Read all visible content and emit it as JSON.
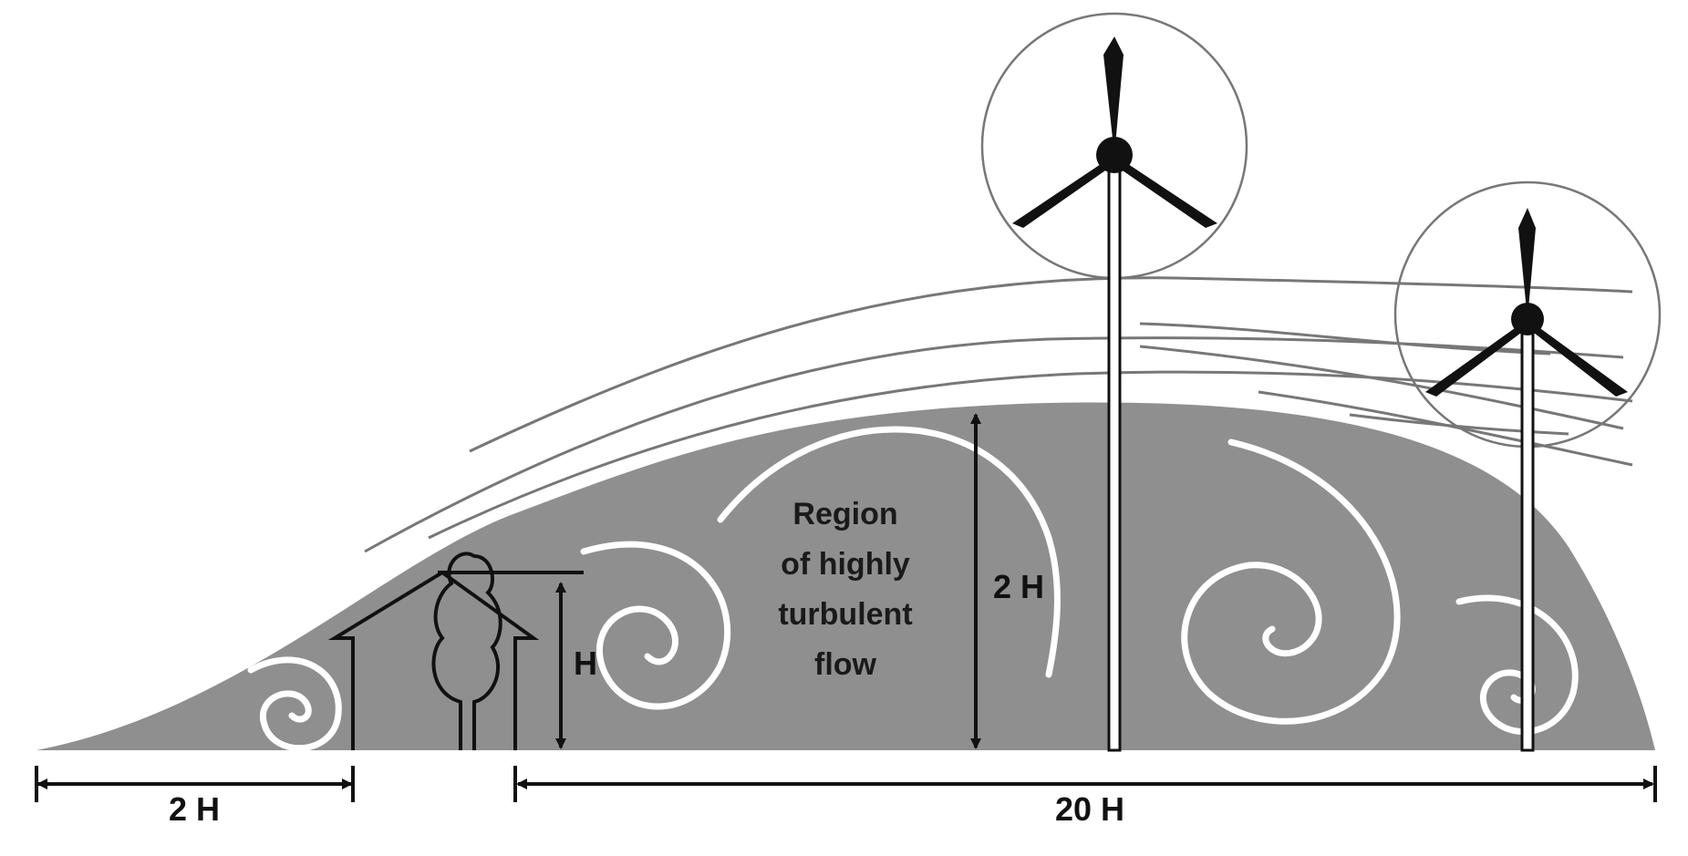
{
  "labels": {
    "left_distance": "2 H",
    "right_distance": "20 H",
    "obstacle_height": "H",
    "zone_height": "2 H",
    "region": [
      "Region",
      "of highly",
      "turbulent",
      "flow"
    ]
  },
  "colors": {
    "turbulent_zone": "#8f8f8f",
    "streamlines": "#7a7a7a",
    "eddies": "#ffffff",
    "ink": "#111111"
  },
  "icons": [
    "house-icon",
    "tree-icon",
    "wind-turbine-icon",
    "arrow-icon"
  ]
}
